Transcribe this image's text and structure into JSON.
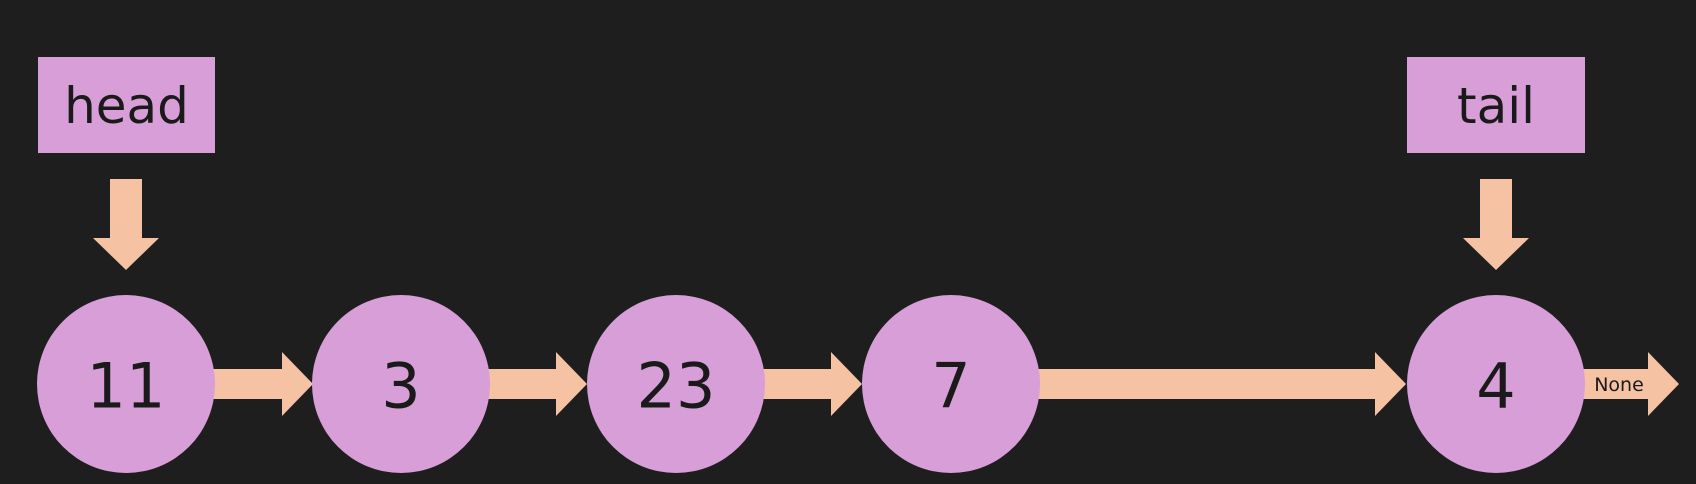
{
  "colors": {
    "background": "#1e1e1e",
    "node_fill": "#d89ed8",
    "arrow_fill": "#f5c3a3",
    "text": "#1a1a1a"
  },
  "pointers": {
    "head": {
      "label": "head",
      "target_index": 0
    },
    "tail": {
      "label": "tail",
      "target_index": 4
    }
  },
  "nodes": [
    {
      "value": "11"
    },
    {
      "value": "3"
    },
    {
      "value": "23"
    },
    {
      "value": "7"
    },
    {
      "value": "4"
    }
  ],
  "terminal": {
    "label": "None"
  }
}
